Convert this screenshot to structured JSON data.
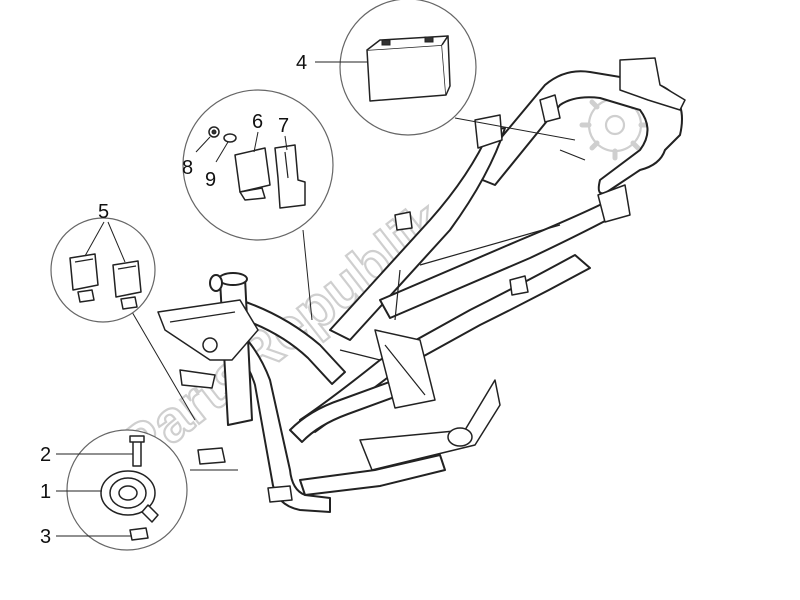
{
  "diagram": {
    "watermark": "PartsRepublik",
    "callouts": [
      {
        "id": "1",
        "label": "1"
      },
      {
        "id": "2",
        "label": "2"
      },
      {
        "id": "3",
        "label": "3"
      },
      {
        "id": "4",
        "label": "4"
      },
      {
        "id": "5",
        "label": "5"
      },
      {
        "id": "6",
        "label": "6"
      },
      {
        "id": "7",
        "label": "7"
      },
      {
        "id": "8",
        "label": "8"
      },
      {
        "id": "9",
        "label": "9"
      }
    ]
  },
  "colors": {
    "line": "#222222",
    "watermark": "#cfcfcf",
    "background": "#ffffff"
  },
  "icons": {
    "watermark_logo": "gear-icon"
  }
}
